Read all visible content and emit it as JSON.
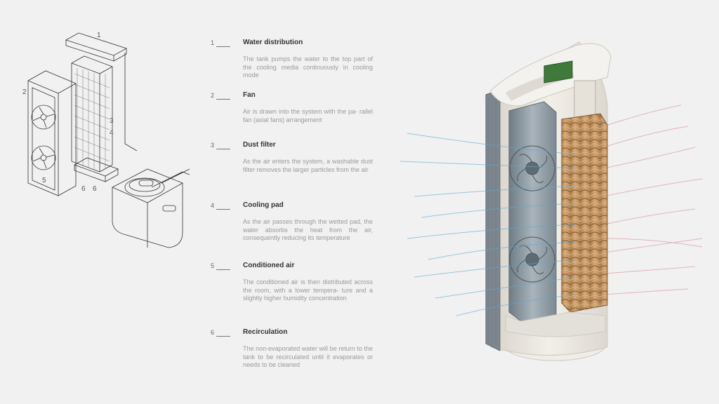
{
  "exploded_view": {
    "callouts": [
      "1",
      "2",
      "3",
      "4",
      "5",
      "6",
      "6"
    ]
  },
  "steps": [
    {
      "number": "1",
      "title": "Water distribution",
      "description": "The tank pumps the water to the top part of the cooling media continuously in cooling mode"
    },
    {
      "number": "2",
      "title": "Fan",
      "description": "Air is drawn into the system with the pa- rallel fan (axial fans) arrangement"
    },
    {
      "number": "3",
      "title": "Dust filter",
      "description": "As the air enters the system, a washable dust filter removes the larger particles from the air"
    },
    {
      "number": "4",
      "title": "Cooling pad",
      "description": "As the air passes through the wetted pad, the water absorbs the heat from the air, consequently reducing its temperature"
    },
    {
      "number": "5",
      "title": "Conditioned air",
      "description": "The conditioned air is then distributed across the room, with a lower tempera- ture and a slightly higher humidity concentration"
    },
    {
      "number": "6",
      "title": "Recirculation",
      "description": "The non-evaporated water will be return to the tank to be recirculated  until it evaporates or needs to be cleaned"
    }
  ],
  "colors": {
    "background": "#f1f1f1",
    "cool_air": "#5aa9d6",
    "warm_air": "#d98a9a",
    "cooling_pad": "#c89a66",
    "fan_housing": "#8a97a0",
    "shell": "#ebe7e0"
  }
}
